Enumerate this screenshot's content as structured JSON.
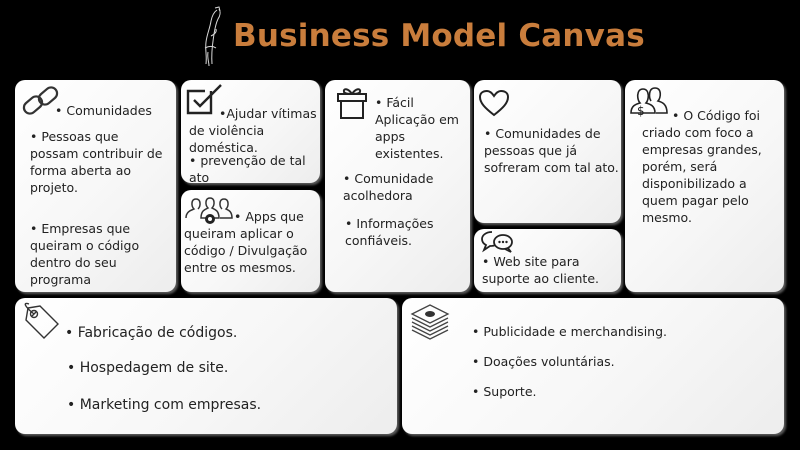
{
  "header": {
    "title": "Business Model Canvas",
    "logo_icon": "figure-sketch-logo",
    "title_color": "#c97d3c",
    "background": "#000000"
  },
  "cards": {
    "key_partners": {
      "icon": "link-chain-icon",
      "items": [
        "• Comunidades",
        "• Pessoas que possam contribuir de forma aberta ao projeto.",
        "• Empresas que queiram o código dentro do seu programa"
      ]
    },
    "key_activities": {
      "icon": "checkbox-check-icon",
      "items": [
        "•Ajudar vítimas de violência doméstica.",
        "• prevenção de tal ato"
      ]
    },
    "key_resources": {
      "icon": "team-gear-icon",
      "items": [
        "•  Apps que queiram aplicar o código / Divulgação entre os mesmos."
      ]
    },
    "value_propositions": {
      "icon": "gift-icon",
      "items": [
        "•  Fácil Aplicação em apps existentes.",
        "•  Comunidade acolhedora",
        "• Informações confiáveis."
      ]
    },
    "customer_relationships": {
      "icon": "heart-icon",
      "items": [
        "•  Comunidades de pessoas que já sofreram com tal ato."
      ]
    },
    "channels": {
      "icon": "chat-bubbles-icon",
      "items": [
        "•  Web site para suporte ao cliente."
      ]
    },
    "customer_segments": {
      "icon": "customers-dollar-icon",
      "items": [
        "•  O Código foi criado com foco a empresas grandes, porém, será disponibilizado a quem pagar pelo mesmo."
      ]
    },
    "cost_structure": {
      "icon": "price-tag-icon",
      "items": [
        "•  Fabricação de códigos.",
        "• Hospedagem de site.",
        "•  Marketing com empresas."
      ]
    },
    "revenue_streams": {
      "icon": "money-stack-icon",
      "items": [
        "• Publicidade e merchandising.",
        "• Doações voluntárias.",
        "• Suporte."
      ]
    }
  }
}
